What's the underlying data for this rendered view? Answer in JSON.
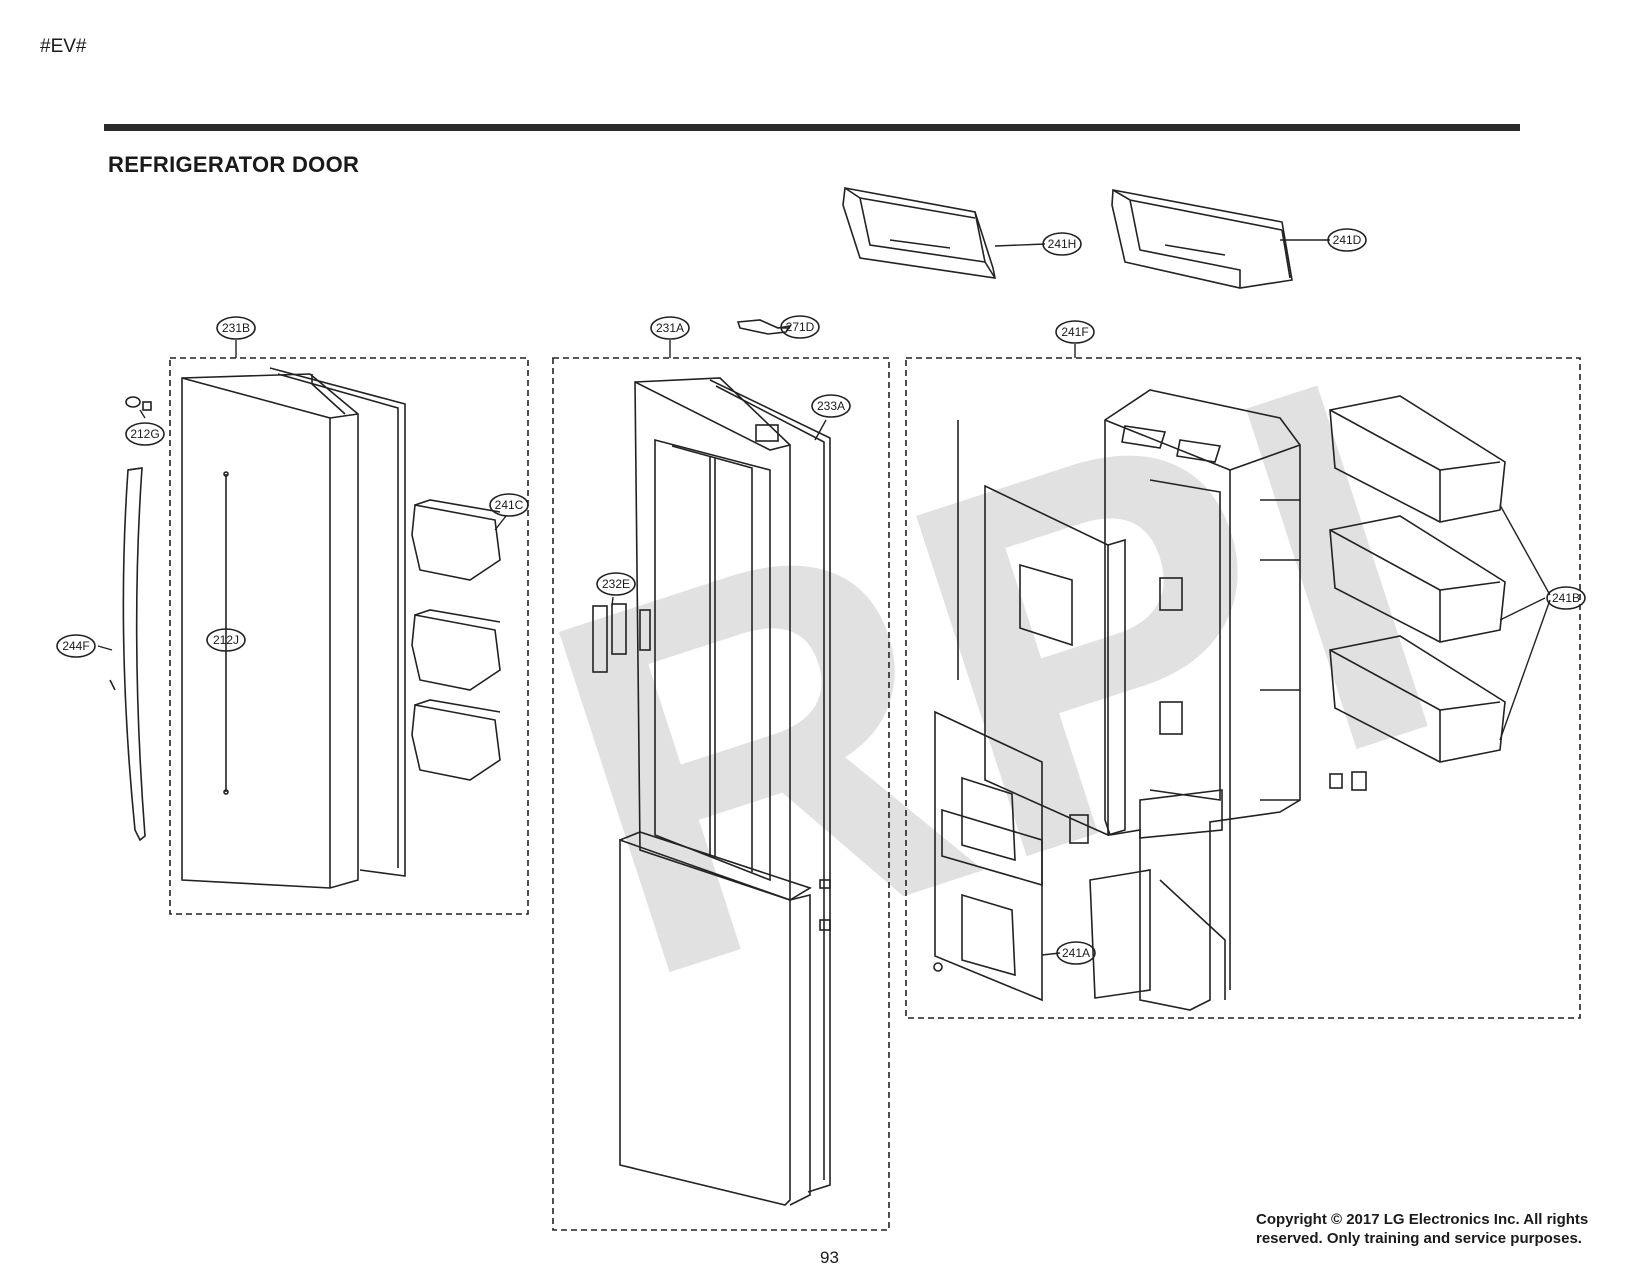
{
  "header": {
    "model_code": "#EV#",
    "section_title": "REFRIGERATOR DOOR"
  },
  "watermark": "RPI",
  "callouts": {
    "c241H": "241H",
    "c241D": "241D",
    "c231B": "231B",
    "c231A": "231A",
    "c271D": "271D",
    "c241F": "241F",
    "c212G": "212G",
    "c241C": "241C",
    "c233A": "233A",
    "c232E": "232E",
    "c244F": "244F",
    "c212J": "212J",
    "c241B": "241B",
    "c241A": "241A"
  },
  "footer": {
    "page_number": "93",
    "copyright_line1": "Copyright © 2017 LG Electronics Inc. All rights",
    "copyright_line2": "reserved. Only training and service purposes."
  }
}
